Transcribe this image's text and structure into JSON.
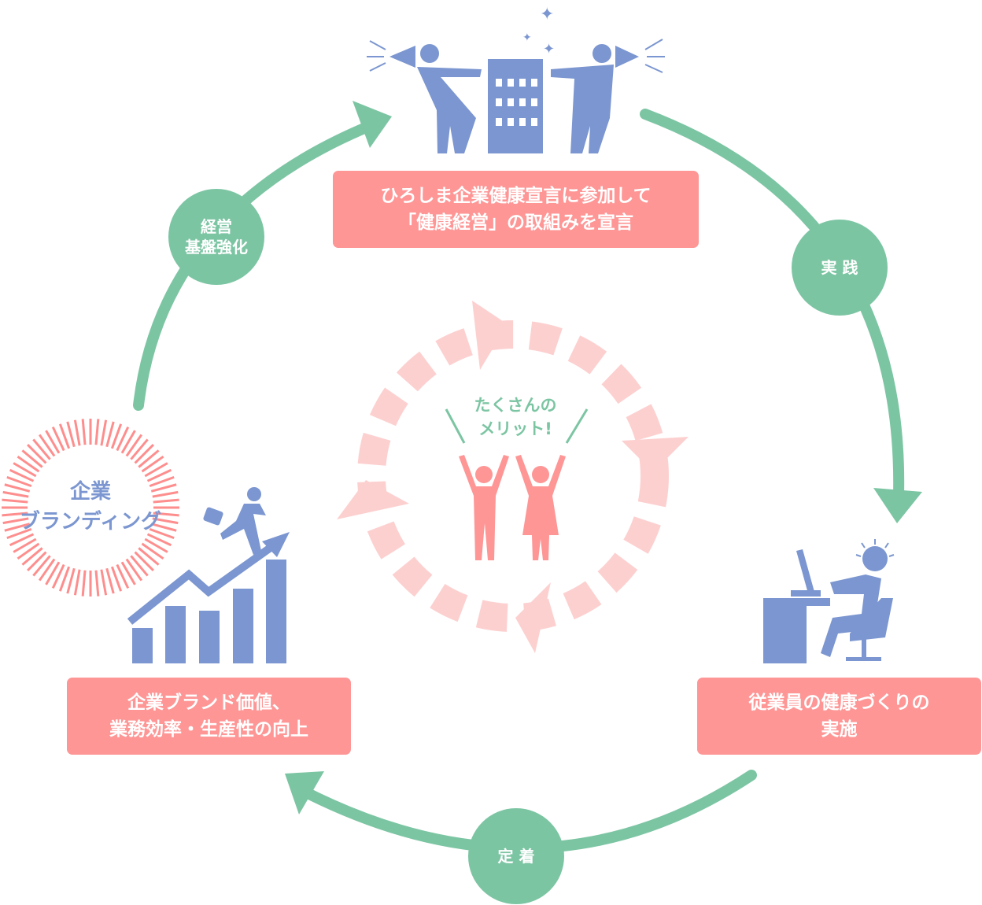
{
  "colors": {
    "green": "#7cc5a3",
    "pink": "#fe9696",
    "blue": "#7b96d0",
    "light_pink": "#fdd0d0"
  },
  "steps": {
    "declare": {
      "line1": "ひろしま企業健康宣言に参加して",
      "line2": "「健康経営」の取組みを宣言"
    },
    "practice_label": "実 践",
    "implement": {
      "line1": "従業員の健康づくりの",
      "line2": "実施"
    },
    "settle_label": "定 着",
    "brand": {
      "line1": "企業ブランド価値、",
      "line2": "業務効率・生産性の向上"
    },
    "foundation": {
      "line1": "経営",
      "line2": "基盤強化"
    }
  },
  "branding": {
    "line1": "企業",
    "line2": "ブランディング"
  },
  "merit": {
    "line1": "たくさんの",
    "line2": "メリット!"
  }
}
